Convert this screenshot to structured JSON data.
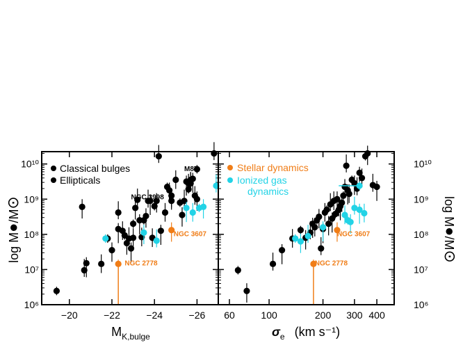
{
  "colors": {
    "black": "#000000",
    "stellar": "#f07d17",
    "gas": "#22d3e6"
  },
  "chart_data": [
    {
      "type": "scatter",
      "xscale": "linear",
      "yscale": "log",
      "xlim": [
        -18.7,
        -27.0
      ],
      "ylim": [
        6,
        10.35
      ],
      "xlabel_main": "M",
      "xlabel_sub": "K,bulge",
      "ylabel_main": "log  M",
      "ylabel_sub": "/M",
      "xticks": [
        -20,
        -22,
        -24,
        -26
      ],
      "xtick_labels": [
        "−20",
        "−22",
        "−24",
        "−26"
      ],
      "yticks": [
        6,
        7,
        8,
        9,
        10
      ],
      "ytick_labels": [
        "10⁶",
        "10⁷",
        "10⁸",
        "10⁹",
        "10¹⁰"
      ],
      "legend": [
        "Classical bulges",
        "Ellipticals"
      ],
      "annotations": [
        {
          "text": "NGC 3998",
          "x": -22.9,
          "y": 9.0,
          "color": "black"
        },
        {
          "text": "M87",
          "x": -25.4,
          "y": 9.8,
          "color": "black"
        },
        {
          "text": "NGC 3607",
          "x": -24.9,
          "y": 7.95,
          "color": "orange"
        },
        {
          "text": "NGC 2778",
          "x": -22.6,
          "y": 7.12,
          "color": "orange"
        }
      ],
      "series": [
        {
          "name": "Black",
          "color": "black",
          "points": [
            [
              -19.4,
              6.39
            ],
            [
              -20.6,
              8.78
            ],
            [
              -20.7,
              6.98
            ],
            [
              -20.8,
              7.18
            ],
            [
              -21.5,
              7.16
            ],
            [
              -21.8,
              7.88
            ],
            [
              -22.0,
              7.55
            ],
            [
              -22.3,
              8.62
            ],
            [
              -22.3,
              8.15
            ],
            [
              -22.5,
              8.1
            ],
            [
              -22.6,
              7.97
            ],
            [
              -22.7,
              7.75
            ],
            [
              -22.8,
              7.88
            ],
            [
              -22.9,
              7.6
            ],
            [
              -23.0,
              7.9
            ],
            [
              -23.0,
              8.3
            ],
            [
              -23.1,
              8.75
            ],
            [
              -23.2,
              8.98
            ],
            [
              -23.3,
              8.4
            ],
            [
              -23.4,
              7.92
            ],
            [
              -23.5,
              8.4
            ],
            [
              -23.6,
              8.52
            ],
            [
              -23.7,
              8.95
            ],
            [
              -23.8,
              8.95
            ],
            [
              -23.9,
              7.9
            ],
            [
              -24.0,
              8.8
            ],
            [
              -24.1,
              8.95
            ],
            [
              -24.2,
              10.22
            ],
            [
              -24.3,
              8.1
            ],
            [
              -24.5,
              8.62
            ],
            [
              -24.6,
              9.35
            ],
            [
              -24.7,
              9.25
            ],
            [
              -24.8,
              8.95
            ],
            [
              -24.8,
              9.1
            ],
            [
              -25.0,
              9.55
            ],
            [
              -25.2,
              8.9
            ],
            [
              -25.3,
              8.55
            ],
            [
              -25.4,
              8.95
            ],
            [
              -25.5,
              9.5
            ],
            [
              -25.6,
              9.45
            ],
            [
              -25.6,
              9.28
            ],
            [
              -25.7,
              9.55
            ],
            [
              -25.7,
              9.45
            ],
            [
              -25.8,
              9.58
            ],
            [
              -25.9,
              9.1
            ],
            [
              -26.0,
              9.85
            ],
            [
              -26.0,
              9.0
            ],
            [
              -26.8,
              10.3
            ]
          ]
        },
        {
          "name": "Ionized gas",
          "color": "cyan",
          "points": [
            [
              -21.7,
              7.88
            ],
            [
              -23.5,
              8.05
            ],
            [
              -24.1,
              7.82
            ],
            [
              -25.5,
              8.75
            ],
            [
              -25.8,
              8.62
            ],
            [
              -26.1,
              8.75
            ],
            [
              -26.3,
              8.78
            ],
            [
              -26.9,
              9.38
            ]
          ]
        },
        {
          "name": "Stellar",
          "color": "orange",
          "points": [
            [
              -22.3,
              7.16
            ],
            [
              -24.8,
              8.12
            ]
          ]
        }
      ]
    },
    {
      "type": "scatter",
      "xscale": "log",
      "yscale": "log",
      "xlim": [
        52,
        500
      ],
      "ylim": [
        6,
        10.35
      ],
      "xlabel_main": "σ",
      "xlabel_sub": "e",
      "xlabel_units": "(km s⁻¹)",
      "ylabel_main": "log  M",
      "ylabel_sub": "/M",
      "xticks": [
        60,
        100,
        200,
        300,
        400
      ],
      "xtick_labels": [
        "60",
        "100",
        "200",
        "300",
        "400"
      ],
      "yticks": [
        6,
        7,
        8,
        9,
        10
      ],
      "ytick_labels": [
        "10⁶",
        "10⁷",
        "10⁸",
        "10⁹",
        "10¹⁰"
      ],
      "legend": [
        "Stellar dynamics",
        "Ionized gas dynamics"
      ],
      "annotations": [
        {
          "text": "NGC 3607",
          "x": 240,
          "y": 7.95,
          "color": "orange"
        },
        {
          "text": "NGC 2778",
          "x": 180,
          "y": 7.12,
          "color": "orange"
        }
      ],
      "series": [
        {
          "name": "Black",
          "color": "black",
          "points": [
            [
              67,
              6.98
            ],
            [
              75,
              6.39
            ],
            [
              105,
              7.16
            ],
            [
              118,
              7.55
            ],
            [
              135,
              7.88
            ],
            [
              150,
              8.12
            ],
            [
              160,
              7.9
            ],
            [
              170,
              8.05
            ],
            [
              175,
              8.3
            ],
            [
              180,
              8.2
            ],
            [
              185,
              8.4
            ],
            [
              190,
              8.5
            ],
            [
              195,
              7.6
            ],
            [
              200,
              8.15
            ],
            [
              205,
              8.62
            ],
            [
              210,
              8.7
            ],
            [
              215,
              8.3
            ],
            [
              220,
              8.85
            ],
            [
              225,
              8.45
            ],
            [
              230,
              8.95
            ],
            [
              235,
              8.58
            ],
            [
              240,
              9.0
            ],
            [
              245,
              8.7
            ],
            [
              250,
              8.8
            ],
            [
              255,
              8.9
            ],
            [
              260,
              9.1
            ],
            [
              265,
              9.35
            ],
            [
              270,
              9.95
            ],
            [
              275,
              9.25
            ],
            [
              280,
              9.15
            ],
            [
              290,
              9.55
            ],
            [
              300,
              9.45
            ],
            [
              310,
              9.3
            ],
            [
              320,
              9.75
            ],
            [
              330,
              9.6
            ],
            [
              345,
              10.22
            ],
            [
              355,
              10.3
            ],
            [
              380,
              9.4
            ],
            [
              400,
              9.35
            ]
          ]
        },
        {
          "name": "Ionized gas",
          "color": "cyan",
          "points": [
            [
              140,
              7.88
            ],
            [
              150,
              7.8
            ],
            [
              165,
              7.95
            ],
            [
              200,
              8.2
            ],
            [
              265,
              8.55
            ],
            [
              275,
              8.4
            ],
            [
              285,
              8.35
            ],
            [
              300,
              8.75
            ],
            [
              320,
              8.7
            ],
            [
              340,
              8.6
            ],
            [
              320,
              9.38
            ]
          ]
        },
        {
          "name": "Stellar",
          "color": "orange",
          "points": [
            [
              177,
              7.16
            ],
            [
              240,
              8.12
            ]
          ]
        }
      ]
    }
  ]
}
